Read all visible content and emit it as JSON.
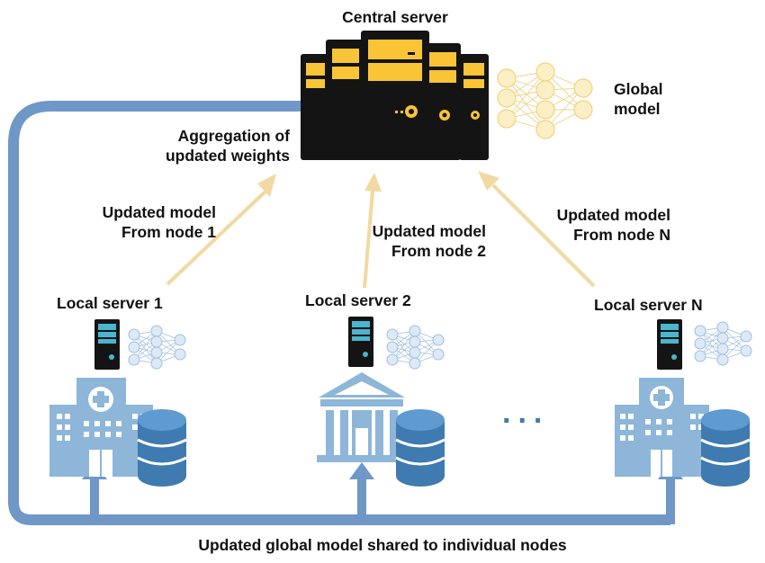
{
  "labels": {
    "central_server": "Central server",
    "global_model": [
      "Global",
      "model"
    ],
    "aggregation": [
      "Aggregation of",
      "updated weights"
    ],
    "update_1": [
      "Updated model",
      "From node 1"
    ],
    "update_2": [
      "Updated model",
      "From node 2"
    ],
    "update_n": [
      "Updated model",
      "From node N"
    ],
    "local_1": "Local server 1",
    "local_2": "Local server 2",
    "local_n": "Local server N",
    "ellipsis": "...",
    "bottom": "Updated global model shared to individual nodes"
  },
  "colors": {
    "loop": "#6f98c6",
    "gold_arrow": "#f2d9a2",
    "server_body": "#141414",
    "server_accent": "#f9c436",
    "local_accent": "#4bb5cf",
    "building": "#8db6d9",
    "database": "#3f7ab1",
    "nn_node_gold": "#fbefc6",
    "nn_node_blue": "#dde9f6"
  }
}
